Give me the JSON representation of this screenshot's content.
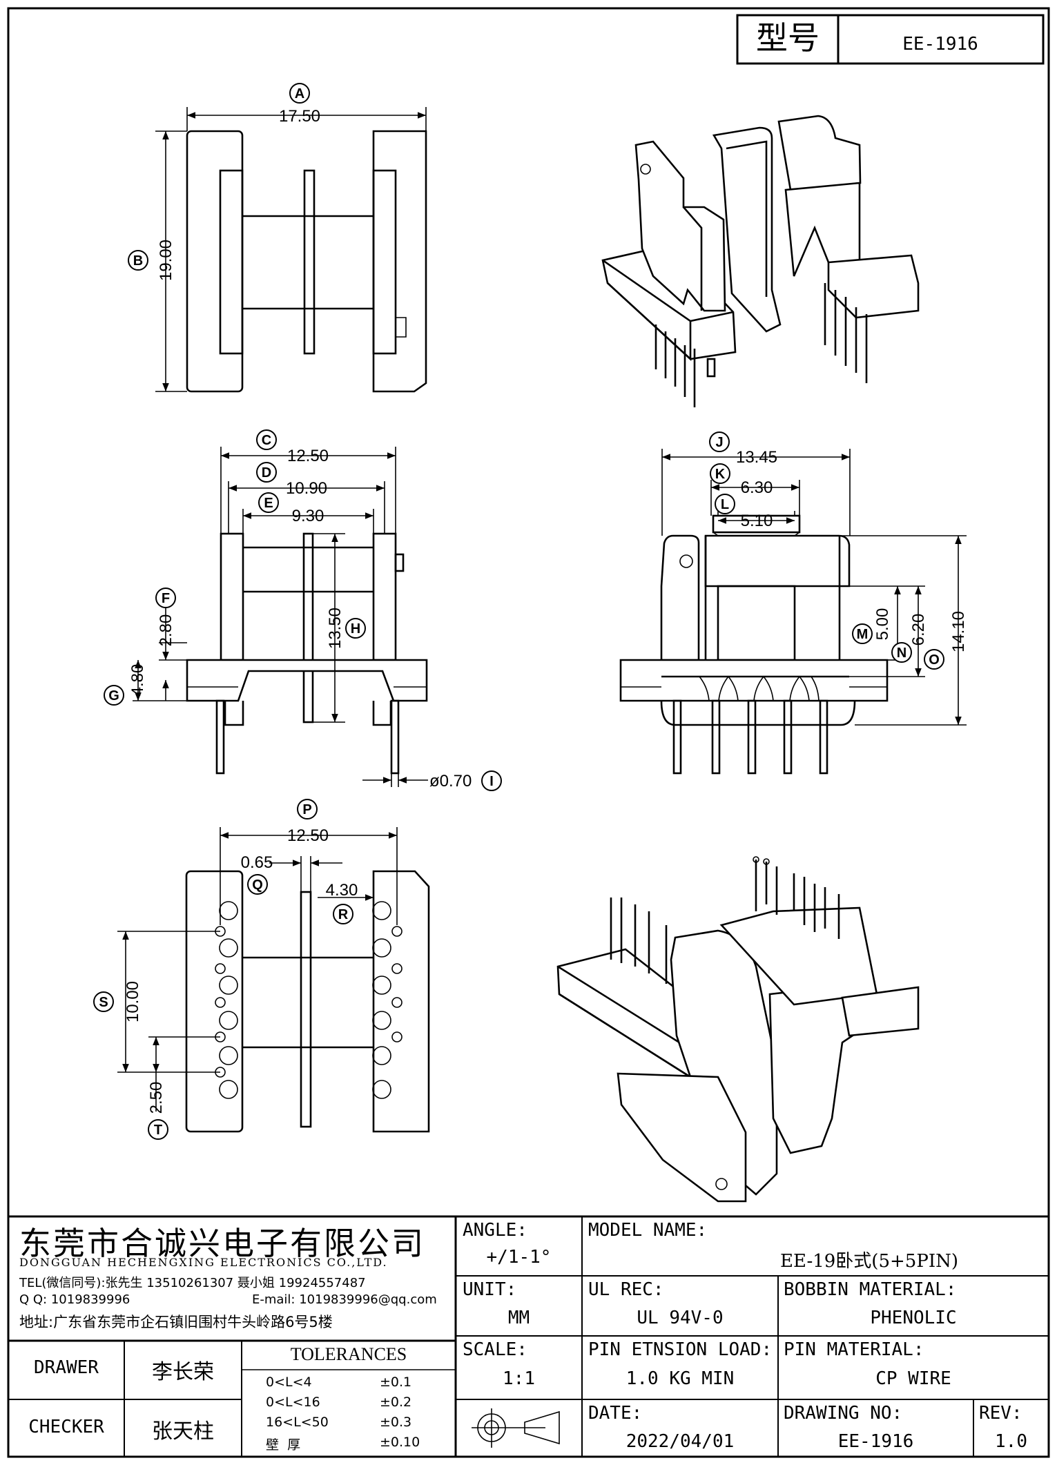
{
  "header": {
    "model_label": "型号",
    "model_value": "EE-1916"
  },
  "dimensions": {
    "A": {
      "letter": "A",
      "value": "17.50"
    },
    "B": {
      "letter": "B",
      "value": "19.00"
    },
    "C": {
      "letter": "C",
      "value": "12.50"
    },
    "D": {
      "letter": "D",
      "value": "10.90"
    },
    "E": {
      "letter": "E",
      "value": "9.30"
    },
    "F": {
      "letter": "F",
      "value": "2.80"
    },
    "G": {
      "letter": "G",
      "value": "4.80"
    },
    "H": {
      "letter": "H",
      "value": "13.50"
    },
    "I": {
      "letter": "I",
      "value": "ø0.70"
    },
    "J": {
      "letter": "J",
      "value": "13.45"
    },
    "K": {
      "letter": "K",
      "value": "6.30"
    },
    "L": {
      "letter": "L",
      "value": "5.10"
    },
    "M": {
      "letter": "M",
      "value": "5.00"
    },
    "N": {
      "letter": "N",
      "value": "6.20"
    },
    "O": {
      "letter": "O",
      "value": "14.10"
    },
    "P": {
      "letter": "P",
      "value": "12.50"
    },
    "Q": {
      "letter": "Q",
      "value": "0.65"
    },
    "R": {
      "letter": "R",
      "value": "4.30"
    },
    "S": {
      "letter": "S",
      "value": "10.00"
    },
    "T": {
      "letter": "T",
      "value": "2.50"
    }
  },
  "company": {
    "name_cn": "东莞市合诚兴电子有限公司",
    "name_en": "DONGGUAN HECHENGXING ELECTRONICS CO.,LTD.",
    "tel": "TEL(微信同号):张先生 13510261307 聂小姐 19924557487",
    "qq": "Q Q: 1019839996",
    "email": "E-mail: 1019839996@qq.com",
    "address": "地址:广东省东莞市企石镇旧围村牛头岭路6号5楼"
  },
  "drawer": {
    "label": "DRAWER",
    "name": "李长荣"
  },
  "checker": {
    "label": "CHECKER",
    "name": "张天柱"
  },
  "tolerances": {
    "title": "TOLERANCES",
    "rows": [
      {
        "range": "0<L<4",
        "value": "±0.1"
      },
      {
        "range": "0<L<16",
        "value": "±0.2"
      },
      {
        "range": "16<L<50",
        "value": "±0.3"
      },
      {
        "range": "壁  厚",
        "value": "±0.10"
      }
    ]
  },
  "fields": {
    "angle_label": "ANGLE:",
    "angle_value": "+/1-1°",
    "unit_label": "UNIT:",
    "unit_value": "MM",
    "scale_label": "SCALE:",
    "scale_value": "1:1",
    "model_name_label": "MODEL NAME:",
    "model_name_value": "EE-19卧式(5+5PIN)",
    "ul_label": "UL REC:",
    "ul_value": "UL 94V-0",
    "bobbin_label": "BOBBIN MATERIAL:",
    "bobbin_value": "PHENOLIC",
    "pin_load_label": "PIN ETNSION LOAD:",
    "pin_load_value": "1.0 KG MIN",
    "pin_material_label": "PIN MATERIAL:",
    "pin_material_value": "CP WIRE",
    "date_label": "DATE:",
    "date_value": "2022/04/01",
    "drawing_no_label": "DRAWING NO:",
    "drawing_no_value": "EE-1916",
    "rev_label": "REV:",
    "rev_value": "1.0"
  }
}
